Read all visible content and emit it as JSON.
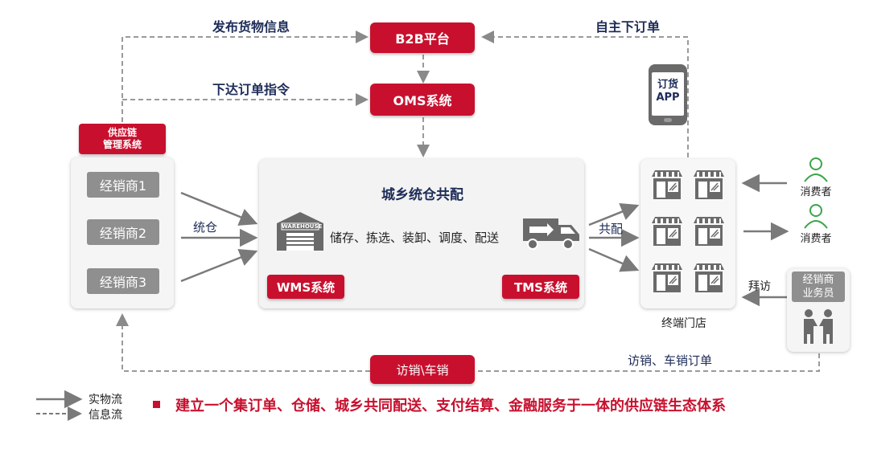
{
  "top": {
    "b2b": "B2B平台",
    "oms": "OMS系统",
    "publish_label": "发布货物信息",
    "order_cmd_label": "下达订单指令",
    "self_order_label": "自主下订单"
  },
  "supply_chain_label": "供应链\n管理系统",
  "dealers": [
    "经销商1",
    "经销商2",
    "经销商3"
  ],
  "unified_warehouse_label": "统仓",
  "center": {
    "title": "城乡统仓共配",
    "services": "储存、拣选、装卸、调度、配送",
    "warehouse_sign": "WAREHOUSE",
    "wms": "WMS系统",
    "tms": "TMS系统"
  },
  "codelivery_label": "共配",
  "phone_app": "订货\nAPP",
  "terminal_stores_label": "终端门店",
  "consumers": [
    "消费者",
    "消费者"
  ],
  "visit_label": "拜访",
  "salesperson": "经销商\n业务员",
  "bottom": {
    "visit_sales_box": "访销\\车销",
    "visit_sales_orders": "访销、车销订单"
  },
  "legend": {
    "physical_flow": "实物流",
    "info_flow": "信息流"
  },
  "tagline": "建立一个集订单、仓储、城乡共同配送、支付结算、金融服务于一体的供应链生态体系",
  "colors": {
    "brand_red": "#c8102e",
    "label_navy": "#1d2c58",
    "dealer_grey": "#8f8f8f",
    "consumer_green": "#3aa54a"
  }
}
